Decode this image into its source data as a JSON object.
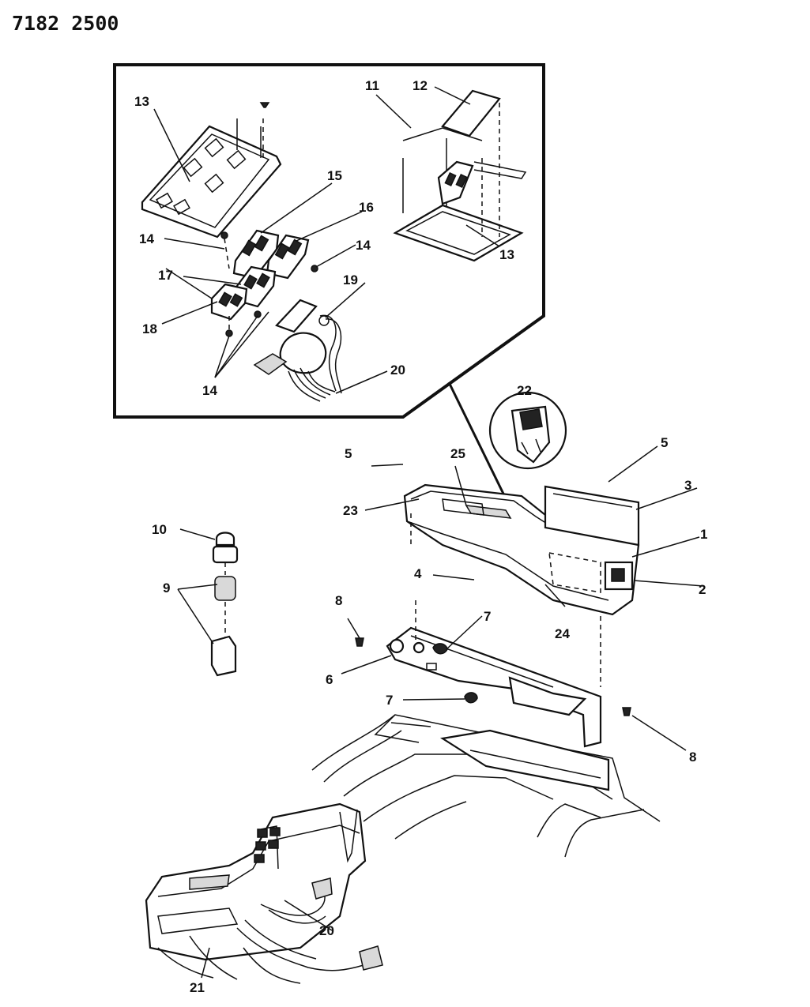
{
  "header": {
    "catalog_number": "7182 2500"
  },
  "callouts": {
    "c1": "1",
    "c2": "2",
    "c3": "3",
    "c4": "4",
    "c5a": "5",
    "c5b": "5",
    "c6": "6",
    "c7a": "7",
    "c7b": "7",
    "c8a": "8",
    "c8b": "8",
    "c9": "9",
    "c10": "10",
    "c11": "11",
    "c12": "12",
    "c13a": "13",
    "c13b": "13",
    "c14a": "14",
    "c14b": "14",
    "c14c": "14",
    "c15": "15",
    "c16": "16",
    "c17": "17",
    "c18": "18",
    "c19": "19",
    "c20a": "20",
    "c20b": "20",
    "c21": "21",
    "c22": "22",
    "c23": "23",
    "c24": "24",
    "c25": "25"
  }
}
